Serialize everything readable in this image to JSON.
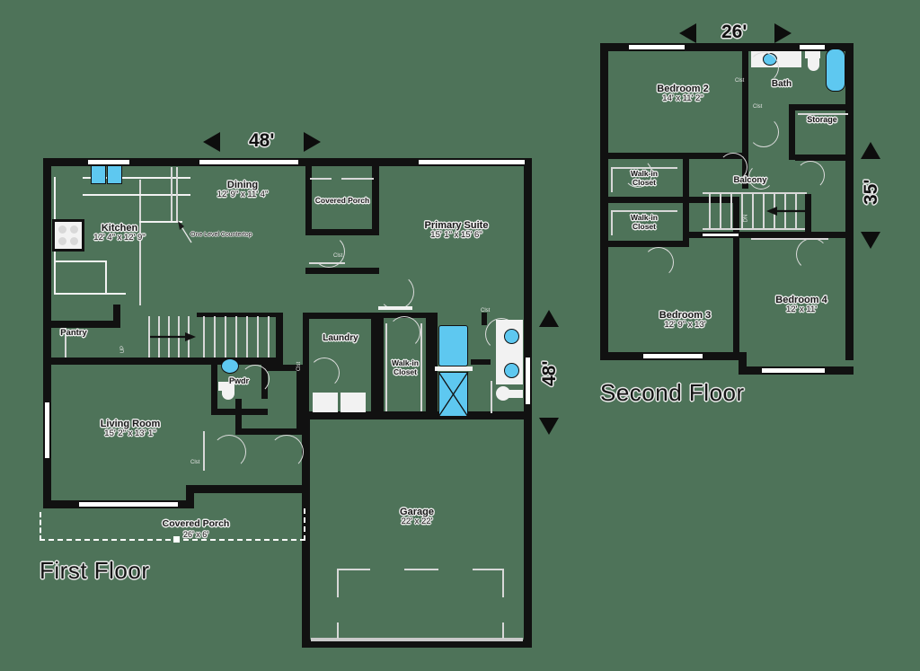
{
  "plan": {
    "background_color": "#4e7359",
    "wall_color": "#111111",
    "fixture_color": "#5ec8f0"
  },
  "first_floor": {
    "title": "First Floor",
    "width_dimension": "48'",
    "depth_dimension": "48'",
    "rooms": [
      {
        "name": "Kitchen",
        "dims": "12' 4\" x 12' 9\""
      },
      {
        "name": "Dining",
        "dims": "12' 9\" x 11' 4\""
      },
      {
        "name": "Living Room",
        "dims": "15' 2\" x 13' 1\""
      },
      {
        "name": "Primary Suite",
        "dims": "15' 1\" x 15' 6\""
      },
      {
        "name": "Garage",
        "dims": "22' x 22'"
      },
      {
        "name": "Covered Porch",
        "dims": "26' x 6'"
      }
    ],
    "spaces": [
      {
        "name": "Pantry"
      },
      {
        "name": "Laundry"
      },
      {
        "name": "Walk-in Closet"
      },
      {
        "name": "Covered Porch"
      },
      {
        "name": "Pwdr"
      }
    ],
    "annotations": [
      {
        "text": "One Level Countertop"
      }
    ],
    "stair_label": "UP"
  },
  "second_floor": {
    "title": "Second Floor",
    "width_dimension": "26'",
    "depth_dimension": "35'",
    "rooms": [
      {
        "name": "Bedroom 2",
        "dims": "14' x 11' 2\""
      },
      {
        "name": "Bedroom 3",
        "dims": "12' 9\" x 13'"
      },
      {
        "name": "Bedroom 4",
        "dims": "12' x 11'"
      }
    ],
    "spaces": [
      {
        "name": "Bath"
      },
      {
        "name": "Storage"
      },
      {
        "name": "Balcony"
      },
      {
        "name": "Walk-in Closet"
      },
      {
        "name": "Walk-in Closet"
      }
    ],
    "stair_label": "DN"
  }
}
